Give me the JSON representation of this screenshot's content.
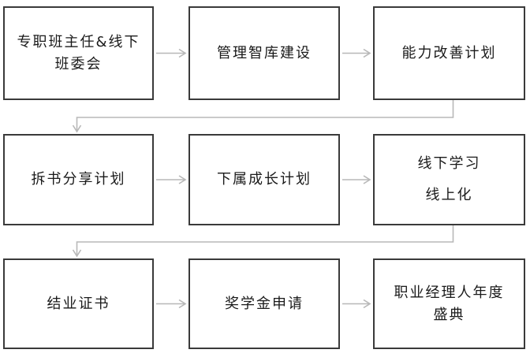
{
  "flowchart": {
    "steps": [
      {
        "id": "s1",
        "lines": [
          "专职班主任&线下",
          "班委会"
        ]
      },
      {
        "id": "s2",
        "lines": [
          "管理智库建设"
        ]
      },
      {
        "id": "s3",
        "lines": [
          "能力改善计划"
        ]
      },
      {
        "id": "s4",
        "lines": [
          "拆书分享计划"
        ]
      },
      {
        "id": "s5",
        "lines": [
          "下属成长计划"
        ]
      },
      {
        "id": "s6",
        "lines": [
          "线下学习",
          "线上化"
        ]
      },
      {
        "id": "s7",
        "lines": [
          "结业证书"
        ]
      },
      {
        "id": "s8",
        "lines": [
          "奖学金申请"
        ]
      },
      {
        "id": "s9",
        "lines": [
          "职业经理人年度",
          "盛典"
        ]
      }
    ],
    "connections": [
      {
        "from": "s1",
        "to": "s2"
      },
      {
        "from": "s2",
        "to": "s3"
      },
      {
        "from": "s3",
        "to": "s4"
      },
      {
        "from": "s4",
        "to": "s5"
      },
      {
        "from": "s5",
        "to": "s6"
      },
      {
        "from": "s6",
        "to": "s7"
      },
      {
        "from": "s7",
        "to": "s8"
      },
      {
        "from": "s8",
        "to": "s9"
      }
    ],
    "colors": {
      "box_border": "#3a3a3a",
      "arrow": "#b8b8b8",
      "text": "#1a1a1a"
    }
  }
}
